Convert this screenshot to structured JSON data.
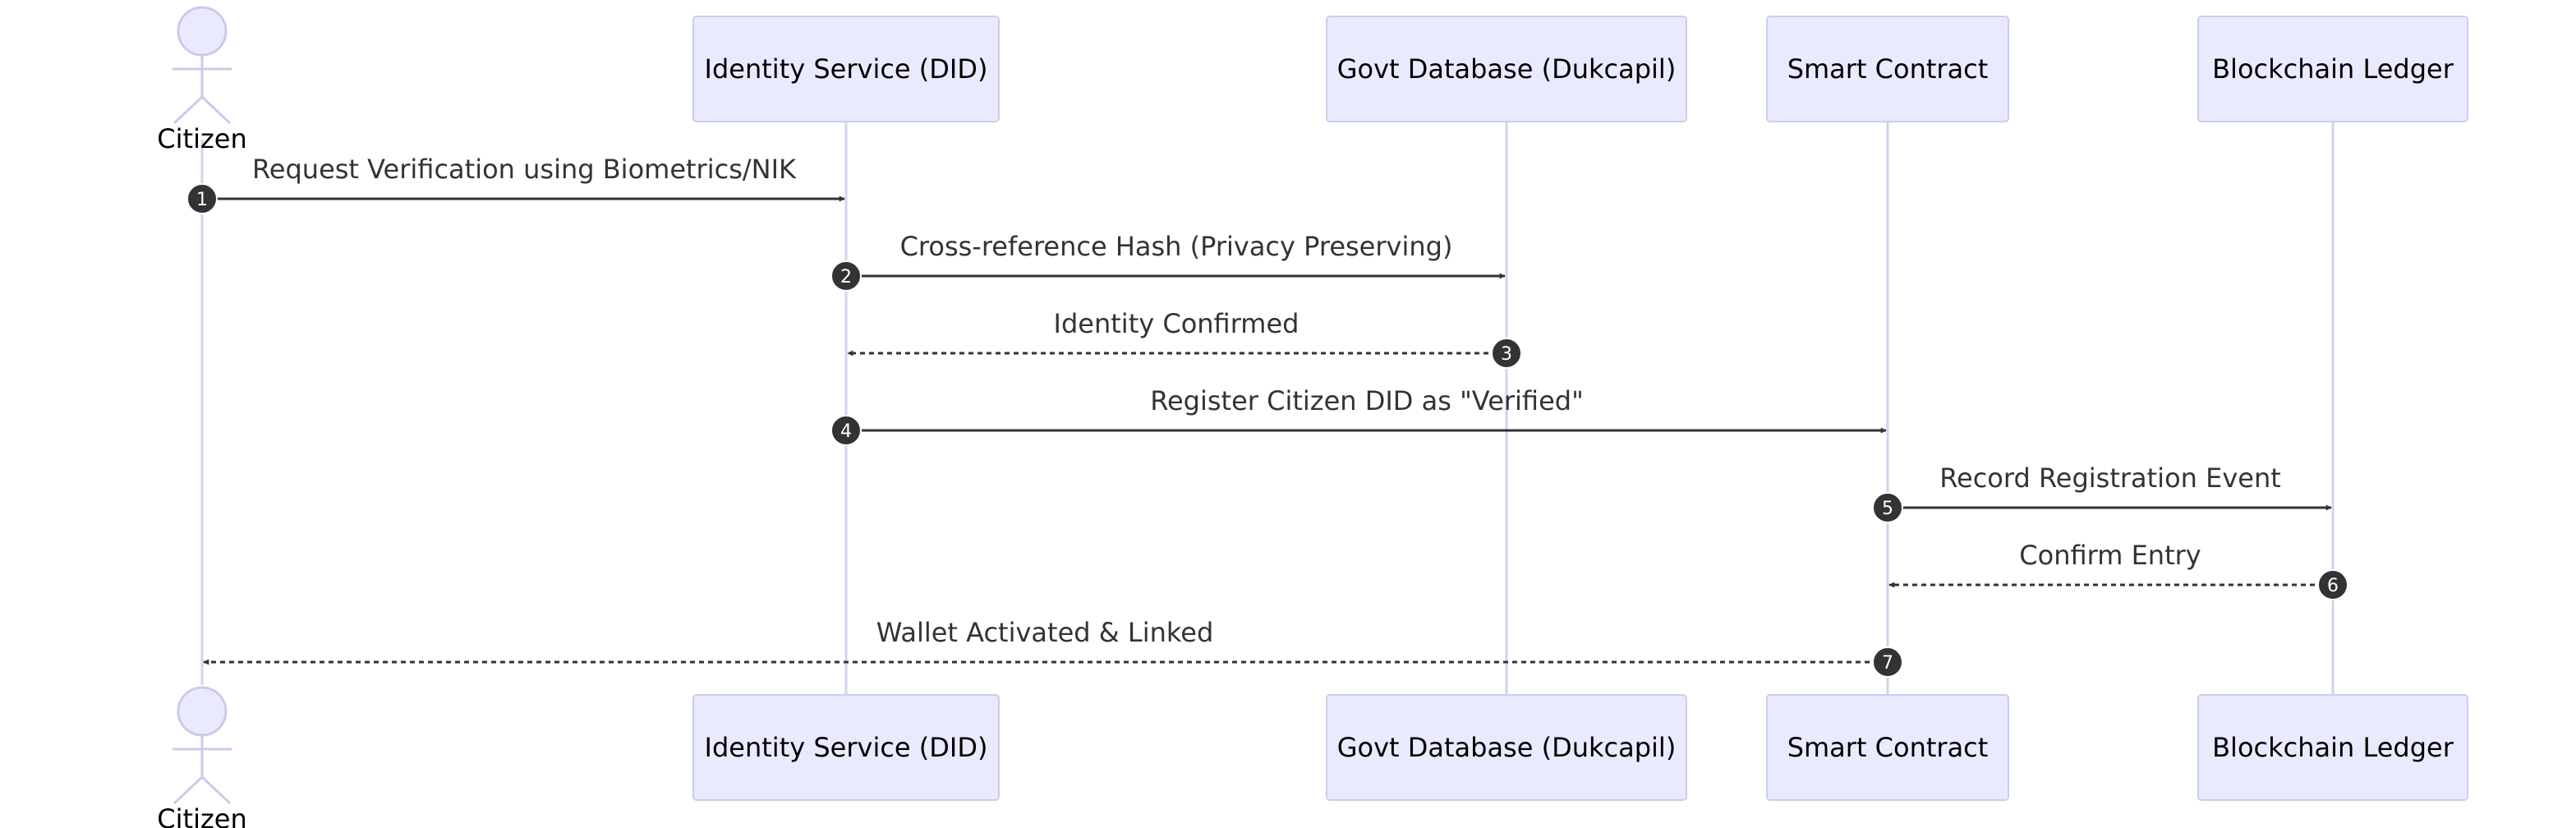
{
  "colors": {
    "participant_fill": "#eaeaff",
    "participant_stroke": "#ccccee",
    "lifeline": "#d6d0ee",
    "actor_fill": "#eaeaff",
    "actor_stroke": "#cfc8ec",
    "arrow": "#333333",
    "number_badge": "#333333",
    "text": "#333333"
  },
  "participants": [
    {
      "id": "citizen",
      "label": "Citizen",
      "kind": "actor"
    },
    {
      "id": "identity",
      "label": "Identity Service (DID)",
      "kind": "box"
    },
    {
      "id": "govtdb",
      "label": "Govt Database (Dukcapil)",
      "kind": "box"
    },
    {
      "id": "contract",
      "label": "Smart Contract",
      "kind": "box"
    },
    {
      "id": "ledger",
      "label": "Blockchain Ledger",
      "kind": "box"
    }
  ],
  "messages": [
    {
      "number": "1",
      "from": "citizen",
      "to": "identity",
      "label": "Request Verification using Biometrics/NIK",
      "style": "solid"
    },
    {
      "number": "2",
      "from": "identity",
      "to": "govtdb",
      "label": "Cross-reference Hash (Privacy Preserving)",
      "style": "solid"
    },
    {
      "number": "3",
      "from": "govtdb",
      "to": "identity",
      "label": "Identity Confirmed",
      "style": "dashed"
    },
    {
      "number": "4",
      "from": "identity",
      "to": "contract",
      "label": "Register Citizen DID as \"Verified\"",
      "style": "solid"
    },
    {
      "number": "5",
      "from": "contract",
      "to": "ledger",
      "label": "Record Registration Event",
      "style": "solid"
    },
    {
      "number": "6",
      "from": "ledger",
      "to": "contract",
      "label": "Confirm Entry",
      "style": "dashed"
    },
    {
      "number": "7",
      "from": "contract",
      "to": "citizen",
      "label": "Wallet Activated & Linked",
      "style": "dashed"
    }
  ]
}
